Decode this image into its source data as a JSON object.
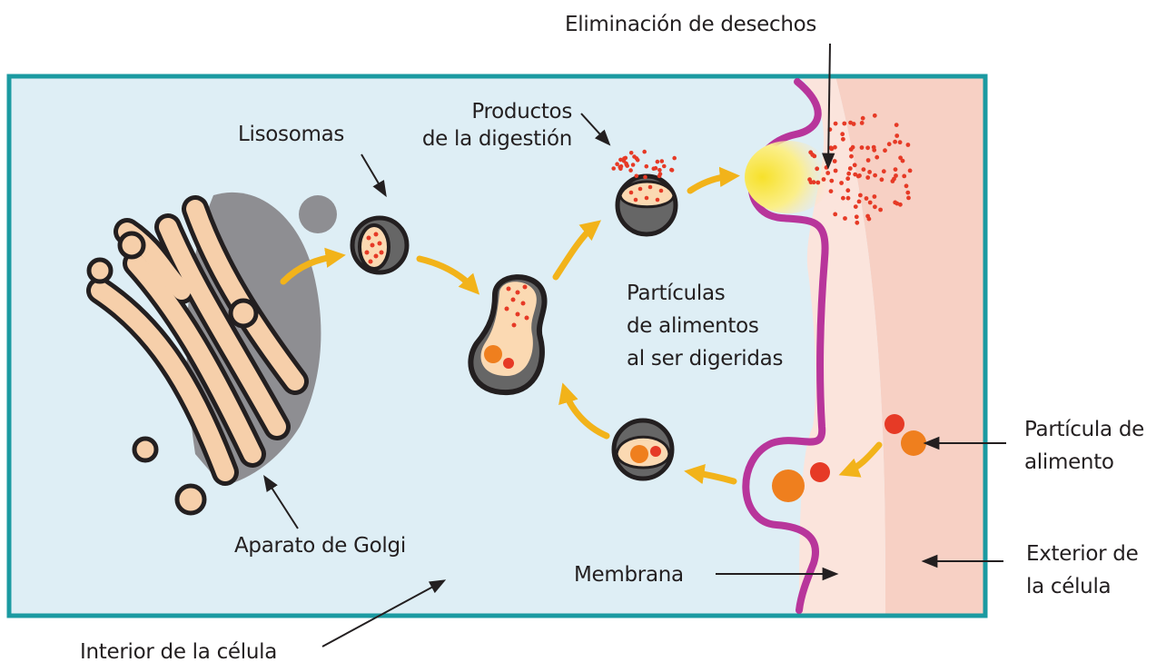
{
  "labels": {
    "waste_removal": "Eliminación de desechos",
    "digestion_products": [
      "Productos",
      "de la digestión"
    ],
    "lysosomes": "Lisosomas",
    "particles_digested": [
      "Partículas",
      "de alimentos",
      "al ser digeridas"
    ],
    "food_particle": [
      "Partícula de",
      "alimento"
    ],
    "golgi": "Aparato de Golgi",
    "membrane": "Membrana",
    "cell_exterior": [
      "Exterior de",
      "la célula"
    ],
    "cell_interior": "Interior de la célula"
  },
  "colors": {
    "cell_interior": "#deeef5",
    "cell_border": "#1b9aa1",
    "exterior": "#f7d0c4",
    "membrane": "#b8359b",
    "golgi": "#f6cfaa",
    "golgi_shadow": "#8e8e92",
    "arrow": "#f2b31a",
    "dot_red": "#e63a26",
    "dot_orange": "#ef7f1e",
    "vesicle_fill": "#fbd9b2",
    "waste_glow": "#f7e12b"
  }
}
